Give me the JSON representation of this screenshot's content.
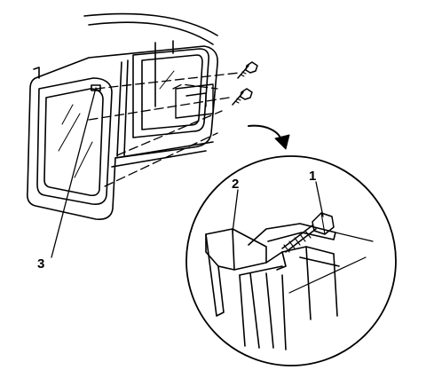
{
  "callouts": {
    "bolt": "1",
    "mirror_bracket": "2",
    "door_frame_mount": "3"
  },
  "colors": {
    "ink": "#000000",
    "paper": "#ffffff"
  }
}
